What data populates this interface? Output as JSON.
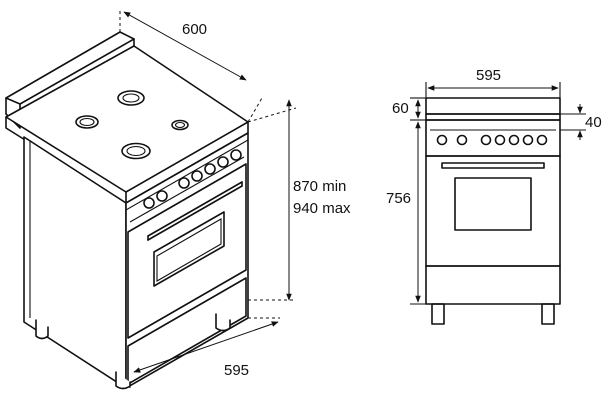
{
  "dimensions": {
    "iso_width": "600",
    "iso_depth": "595",
    "iso_height_min": "870 min",
    "iso_height_max": "940 max",
    "front_width": "595",
    "front_top": "60",
    "front_gap": "40",
    "front_height": "756"
  },
  "icons": {
    "isometric_view": "freestanding-cooker-isometric-icon",
    "front_view": "freestanding-cooker-front-view-icon"
  },
  "colors": {
    "line": "#111111",
    "background": "#ffffff"
  }
}
